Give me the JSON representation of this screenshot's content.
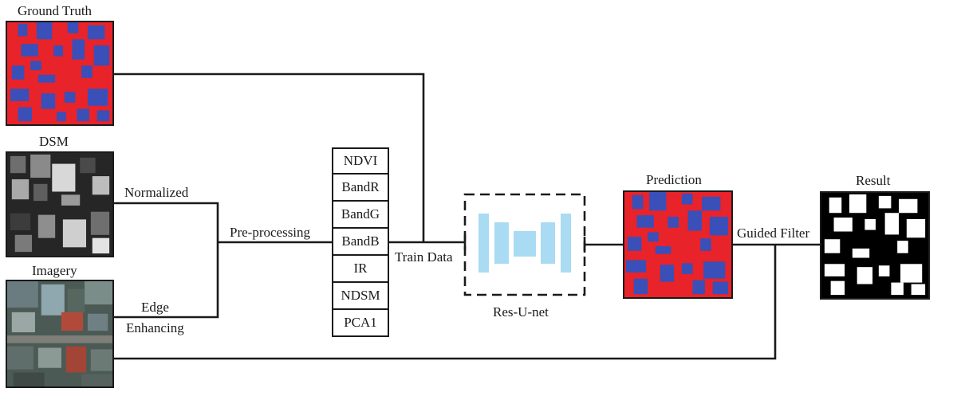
{
  "labels": {
    "ground_truth": "Ground Truth",
    "dsm": "DSM",
    "imagery": "Imagery",
    "normalized": "Normalized",
    "edge": "Edge",
    "enhancing": "Enhancing",
    "preprocessing": "Pre-processing",
    "train_data": "Train Data",
    "model": "Res-U-net",
    "prediction": "Prediction",
    "guided_filter": "Guided Filter",
    "result": "Result"
  },
  "bands": [
    "NDVI",
    "BandR",
    "BandG",
    "BandB",
    "IR",
    "NDSM",
    "PCA1"
  ],
  "colors": {
    "building_red": "#e8232a",
    "building_blue": "#3a4fb8",
    "network_blue": "#a9dbf3",
    "line": "#1a1a1a"
  }
}
